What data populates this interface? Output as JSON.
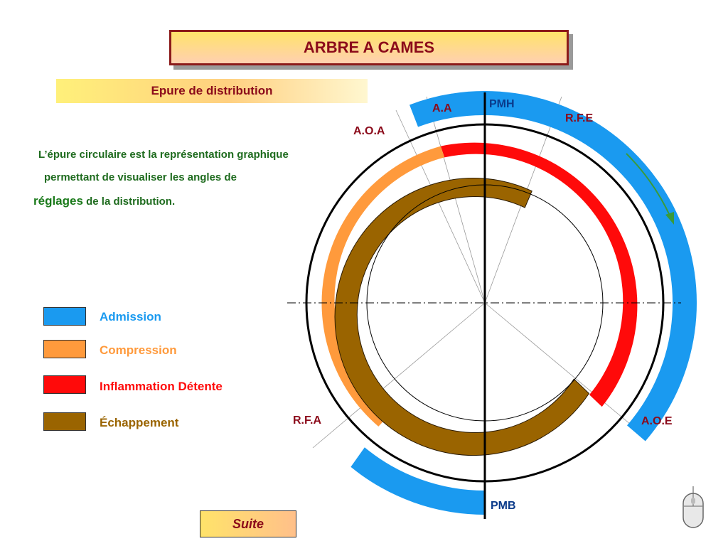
{
  "title": "ARBRE A CAMES",
  "subtitle": "Epure de distribution",
  "description": {
    "line1": "L’épure circulaire est la représentation graphique",
    "line2": "permettant de visualiser les angles de",
    "line3_emphasis": "réglages",
    "line3_rest": " de la distribution."
  },
  "legend": [
    {
      "label": "Admission",
      "color": "#1a9af0"
    },
    {
      "label": "Compression",
      "color": "#ff9a3c"
    },
    {
      "label": "Inflammation Détente",
      "color": "#ff0a0a"
    },
    {
      "label": "Échappement",
      "color": "#9a6400"
    }
  ],
  "diagram_labels": {
    "pmh": "PMH",
    "pmb": "PMB",
    "aa": "A.A",
    "aoa": "A.O.A",
    "rfe": "R.F.E",
    "rfa": "R.F.A",
    "aoe": "A.O.E"
  },
  "colors": {
    "admission": "#1a9af0",
    "compression": "#ff9a3c",
    "detente": "#ff0a0a",
    "echappement": "#9a6400",
    "label_red": "#8b0a1a",
    "label_blue": "#0a3a8a",
    "arrow": "#3a9a3a"
  },
  "suite_button": "Suite",
  "icons": {
    "rotation_arrow": "rotation-arrow-icon",
    "mouse": "mouse-icon"
  }
}
